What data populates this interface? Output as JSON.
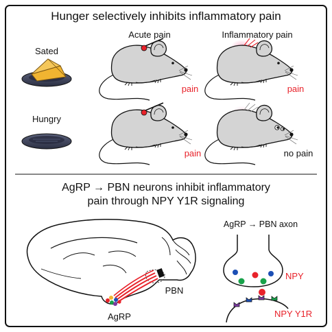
{
  "top_panel": {
    "title": "Hunger selectively inhibits inflammatory pain",
    "col_acute": "Acute pain",
    "col_inflammatory": "Inflammatory pain",
    "row_sated": "Sated",
    "row_hungry": "Hungry",
    "label_pain_1": "pain",
    "label_pain_2": "pain",
    "label_pain_3": "pain",
    "label_no_pain": "no pain"
  },
  "bottom_panel": {
    "title_line1": "AgRP → PBN neurons inhibit inflammatory",
    "title_line2": "pain through NPY Y1R signaling",
    "axon_label": "AgRP → PBN axon",
    "npy_label": "NPY",
    "receptor_label": "NPY Y1R",
    "pbn_label": "PBN",
    "agrp_label": "AgRP"
  },
  "colors": {
    "frame": "#111111",
    "pain_red": "#e8222a",
    "mouse_fill": "#d4d4d4",
    "bowl": "#3a3f55",
    "cheese": "#f0b431",
    "glow_pink": "#f7a6c4",
    "vesicle_green": "#18a24a",
    "vesicle_blue": "#1c4fb5",
    "receptor_purple": "#7b3aa0"
  }
}
